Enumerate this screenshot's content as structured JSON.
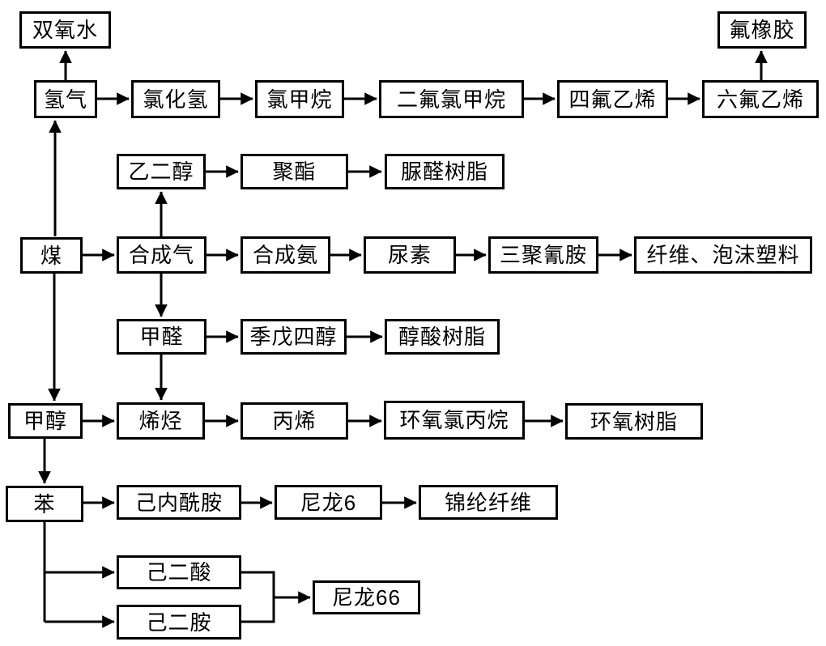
{
  "diagram": {
    "nodes": [
      {
        "id": "hydrogen-peroxide",
        "label": "双氧水"
      },
      {
        "id": "fluororubber",
        "label": "氟橡胶"
      },
      {
        "id": "hydrogen",
        "label": "氢气"
      },
      {
        "id": "hydrogen-chloride",
        "label": "氯化氢"
      },
      {
        "id": "chloromethane",
        "label": "氯甲烷"
      },
      {
        "id": "difluorochloromethane",
        "label": "二氟氯甲烷"
      },
      {
        "id": "tetrafluoroethylene",
        "label": "四氟乙烯"
      },
      {
        "id": "hexafluoroethylene",
        "label": "六氟乙烯"
      },
      {
        "id": "ethylene-glycol",
        "label": "乙二醇"
      },
      {
        "id": "polyester",
        "label": "聚酯"
      },
      {
        "id": "urea-formaldehyde-resin",
        "label": "脲醛树脂"
      },
      {
        "id": "coal",
        "label": "煤"
      },
      {
        "id": "syngas",
        "label": "合成气"
      },
      {
        "id": "synthetic-ammonia",
        "label": "合成氨"
      },
      {
        "id": "urea",
        "label": "尿素"
      },
      {
        "id": "melamine",
        "label": "三聚氰胺"
      },
      {
        "id": "fiber-foam-plastic",
        "label": "纤维、泡沫塑料"
      },
      {
        "id": "formaldehyde",
        "label": "甲醛"
      },
      {
        "id": "pentaerythritol",
        "label": "季戊四醇"
      },
      {
        "id": "alkyd-resin",
        "label": "醇酸树脂"
      },
      {
        "id": "methanol",
        "label": "甲醇"
      },
      {
        "id": "olefins",
        "label": "烯烃"
      },
      {
        "id": "propylene",
        "label": "丙烯"
      },
      {
        "id": "epichlorohydrin",
        "label": "环氧氯丙烷"
      },
      {
        "id": "epoxy-resin",
        "label": "环氧树脂"
      },
      {
        "id": "benzene",
        "label": "苯"
      },
      {
        "id": "caprolactam",
        "label": "己内酰胺"
      },
      {
        "id": "nylon-6",
        "label": "尼龙6"
      },
      {
        "id": "polyamide-fiber",
        "label": "锦纶纤维"
      },
      {
        "id": "adipic-acid",
        "label": "己二酸"
      },
      {
        "id": "hexamethylenediamine",
        "label": "己二胺"
      },
      {
        "id": "nylon-66",
        "label": "尼龙66"
      }
    ],
    "edges": [
      {
        "from": "氢气",
        "to": "双氧水"
      },
      {
        "from": "氢气",
        "to": "氯化氢"
      },
      {
        "from": "氯化氢",
        "to": "氯甲烷"
      },
      {
        "from": "氯甲烷",
        "to": "二氟氯甲烷"
      },
      {
        "from": "二氟氯甲烷",
        "to": "四氟乙烯"
      },
      {
        "from": "四氟乙烯",
        "to": "六氟乙烯"
      },
      {
        "from": "六氟乙烯",
        "to": "氟橡胶"
      },
      {
        "from": "煤",
        "to": "氢气"
      },
      {
        "from": "煤",
        "to": "合成气"
      },
      {
        "from": "煤",
        "to": "甲醇"
      },
      {
        "from": "合成气",
        "to": "乙二醇"
      },
      {
        "from": "合成气",
        "to": "合成氨"
      },
      {
        "from": "合成气",
        "to": "甲醛"
      },
      {
        "from": "乙二醇",
        "to": "聚酯"
      },
      {
        "from": "聚酯",
        "to": "脲醛树脂"
      },
      {
        "from": "合成氨",
        "to": "尿素"
      },
      {
        "from": "尿素",
        "to": "三聚氰胺"
      },
      {
        "from": "三聚氰胺",
        "to": "纤维、泡沫塑料"
      },
      {
        "from": "甲醛",
        "to": "季戊四醇"
      },
      {
        "from": "季戊四醇",
        "to": "醇酸树脂"
      },
      {
        "from": "甲醛",
        "to": "烯烃"
      },
      {
        "from": "甲醇",
        "to": "烯烃"
      },
      {
        "from": "烯烃",
        "to": "丙烯"
      },
      {
        "from": "丙烯",
        "to": "环氧氯丙烷"
      },
      {
        "from": "环氧氯丙烷",
        "to": "环氧树脂"
      },
      {
        "from": "甲醇",
        "to": "苯"
      },
      {
        "from": "苯",
        "to": "己内酰胺"
      },
      {
        "from": "己内酰胺",
        "to": "尼龙6"
      },
      {
        "from": "尼龙6",
        "to": "锦纶纤维"
      },
      {
        "from": "苯",
        "to": "己二酸"
      },
      {
        "from": "苯",
        "to": "己二胺"
      },
      {
        "from": "己二酸",
        "to": "尼龙66"
      },
      {
        "from": "己二胺",
        "to": "尼龙66"
      }
    ],
    "colors": {
      "line": "#000000",
      "box_border": "#000000",
      "box_fill": "#ffffff",
      "background": "#ffffff",
      "text": "#000000"
    }
  }
}
